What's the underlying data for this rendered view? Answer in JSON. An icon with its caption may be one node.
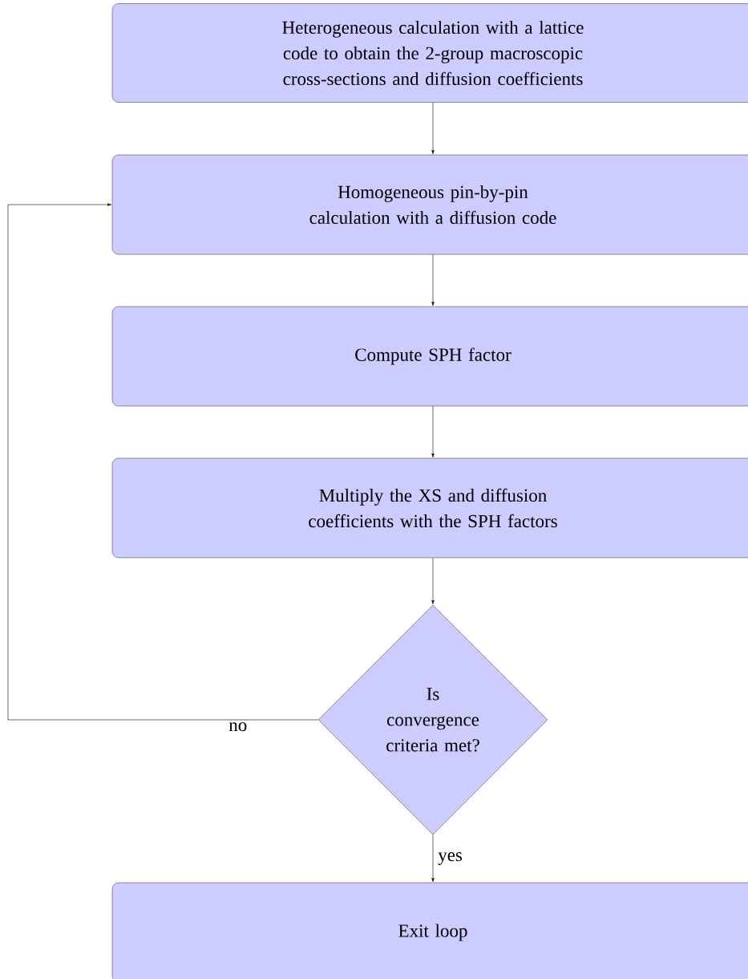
{
  "diagram": {
    "nodes": [
      {
        "text": [
          "Heterogeneous calculation with a lattice code to obtain the 2-group macroscopic cross-sections and diffusion coefficients"
        ]
      },
      {
        "text": [
          "Homogeneous pin-by-pin calculation with a diffusion code"
        ]
      },
      {
        "text": [
          "Compute SPH factor"
        ]
      },
      {
        "text": [
          "Multiply the XS and diffusion coefficients with the SPH factors"
        ]
      },
      {
        "text": [
          "Is convergence criteria met?"
        ]
      },
      {
        "text": [
          "Exit loop"
        ]
      }
    ],
    "edges": [
      {
        "from": 0,
        "to": 1,
        "arrow": "to"
      },
      {
        "from": 1,
        "to": 2,
        "arrow": "to"
      },
      {
        "from": 2,
        "to": 3,
        "arrow": "to"
      },
      {
        "from": 3,
        "to": 4,
        "arrow": "to"
      },
      {
        "from": 4,
        "to": 5,
        "arrow": "to",
        "label": "yes"
      },
      {
        "from": 4,
        "to": 1,
        "arrow": "to",
        "label": "no"
      }
    ]
  }
}
